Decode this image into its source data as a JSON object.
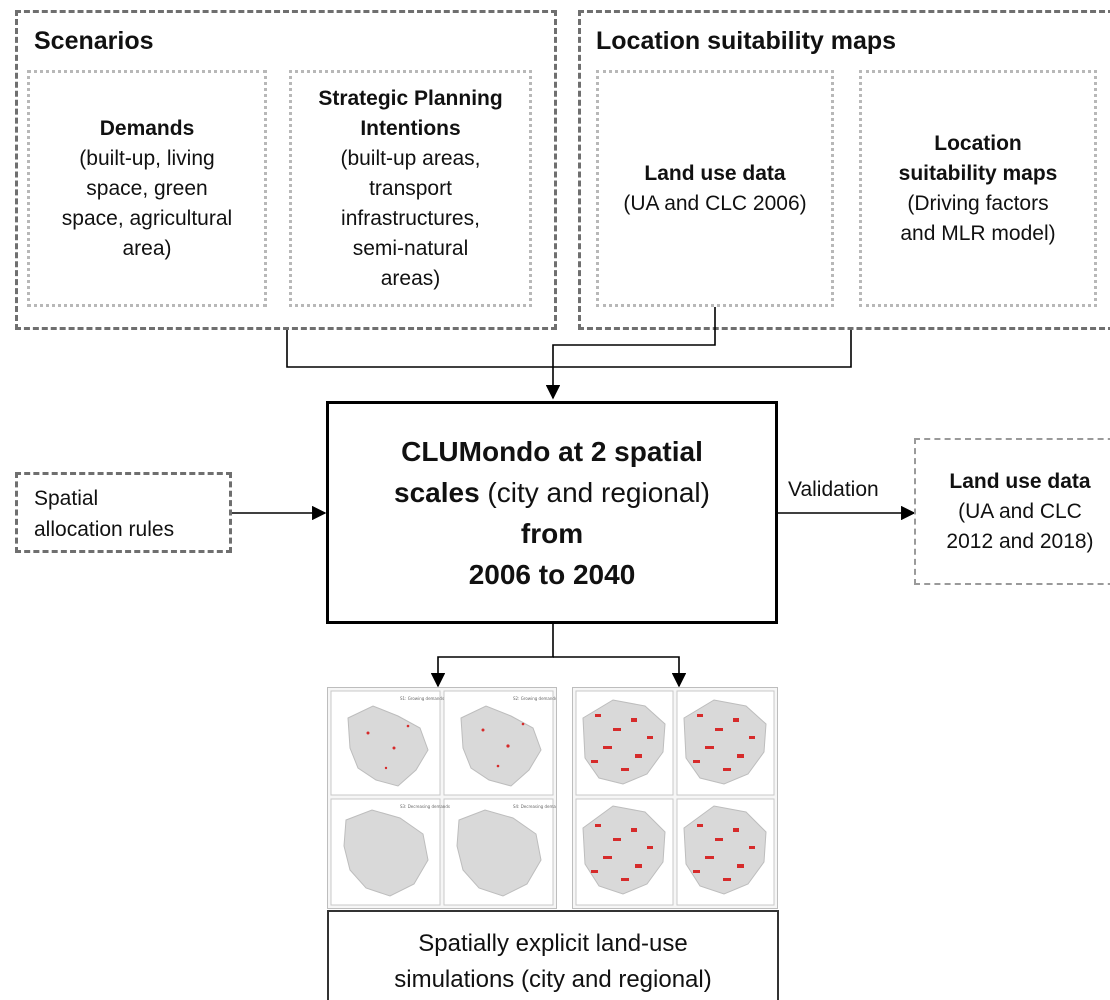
{
  "scenarios": {
    "title": "Scenarios",
    "demands": {
      "heading": "Demands",
      "lines": [
        "(built-up, living",
        "space, green",
        "space, agricultural",
        "area)"
      ]
    },
    "planning": {
      "heading_lines": [
        "Strategic Planning",
        "Intentions"
      ],
      "lines": [
        "(built-up areas,",
        "transport",
        "infrastructures,",
        "semi-natural",
        "areas)"
      ]
    }
  },
  "suitability": {
    "title": "Location suitability maps",
    "land_use": {
      "heading": "Land use data",
      "line": "(UA and CLC 2006)"
    },
    "maps": {
      "heading_lines": [
        "Location",
        "suitability maps"
      ],
      "lines": [
        "(Driving factors",
        "and MLR model)"
      ]
    }
  },
  "core": {
    "line1": "CLUMondo at 2 spatial",
    "line2_bold": "scales",
    "line2_rest": " (city and regional)",
    "line3": "from",
    "line4": "2006 to 2040"
  },
  "allocation_rules": {
    "lines": [
      "Spatial",
      "allocation rules"
    ]
  },
  "validation_label": "Validation",
  "validation_data": {
    "heading": "Land use data",
    "lines": [
      "(UA and CLC",
      "2012 and 2018)"
    ]
  },
  "outputs": {
    "lines": [
      "Spatially explicit land-use",
      "simulations (city and regional)"
    ]
  },
  "colors": {
    "dashed_border": "#6f6f6f",
    "dotted_border": "#b8b8b8",
    "map_red": "#d62b2b",
    "map_gray": "#d9d9d9"
  }
}
